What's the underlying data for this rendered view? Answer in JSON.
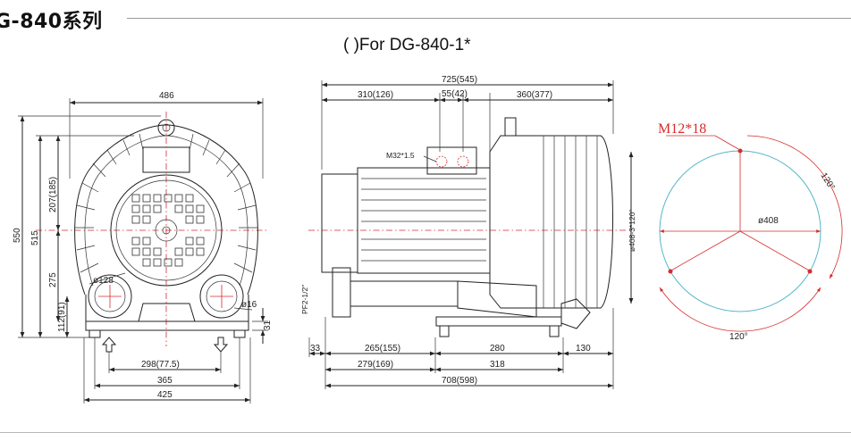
{
  "header": {
    "title": "G-840系列",
    "subtitle": "( )For DG-840-1*"
  },
  "front_view": {
    "dim_top": "486",
    "dim_height_total": "550",
    "dim_height_515": "515",
    "dim_207": "207(185)",
    "dim_275": "275",
    "dim_112": "112(91)",
    "dim_port": "ø128",
    "dim_16": "ø16",
    "dim_31": "31",
    "dim_298": "298(77.5)",
    "dim_365": "365",
    "dim_425": "425"
  },
  "side_view": {
    "dim_725": "725(545)",
    "dim_310": "310(126)",
    "dim_55": "55(42)",
    "dim_360": "360(377)",
    "label_m32": "M32*1.5",
    "label_pf": "PF2-1/2\"",
    "dim_33": "33",
    "dim_265": "265(155)",
    "dim_280": "280",
    "dim_130": "130",
    "dim_279": "279(169)",
    "dim_318": "318",
    "dim_708": "708(598)",
    "dim_408_3": "ø408-3*120°"
  },
  "flange_view": {
    "label_bolt": "M12*18",
    "dim_dia": "ø408",
    "angle_1": "120°",
    "angle_2": "120°"
  }
}
